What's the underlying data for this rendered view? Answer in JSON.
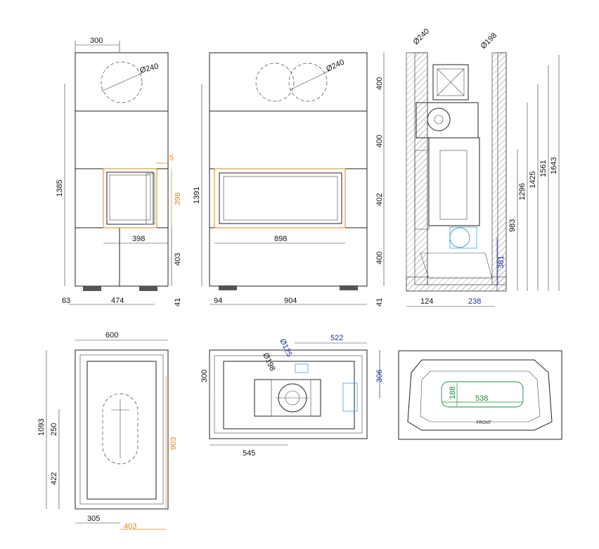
{
  "colors": {
    "line": "#222222",
    "orange": "#d98a1c",
    "blue": "#1a2fa0",
    "green": "#1e8a3e",
    "cyan": "#3aa7d8"
  },
  "front_narrow": {
    "top_width": "300",
    "flue_diameter": "Ø240",
    "total_height": "1385",
    "offset": "5",
    "glass_height": "398",
    "glass_width": "398",
    "lower_height": "403",
    "foot_offset": "63",
    "base_width": "474",
    "foot_height": "41"
  },
  "front_wide": {
    "flue_diameter": "Ø240",
    "total_height": "1391",
    "seg1": "400",
    "seg2": "400",
    "seg3": "402",
    "seg4": "400",
    "glass_width": "898",
    "foot_offset": "94",
    "base_width": "904",
    "foot_height": "41"
  },
  "side_section": {
    "flue_a": "Ø240",
    "flue_b": "Ø198",
    "h_983": "983",
    "h_1296": "1296",
    "h_1425": "1425",
    "h_1561": "1561",
    "h_1643": "1643",
    "h_381": "381",
    "w_124": "124",
    "w_238": "238"
  },
  "top_narrow": {
    "width": "600",
    "depth": "1093",
    "oval": "250",
    "lower": "422",
    "inner_depth": "903",
    "offset_x": "305",
    "inner_width": "403"
  },
  "top_wide": {
    "d198": "Ø198",
    "d125": "Ø125",
    "w522": "522",
    "h300": "300",
    "h306": "306",
    "w545": "545"
  },
  "base_plan": {
    "h188": "188",
    "w538": "538",
    "front_label": "FRONT"
  }
}
